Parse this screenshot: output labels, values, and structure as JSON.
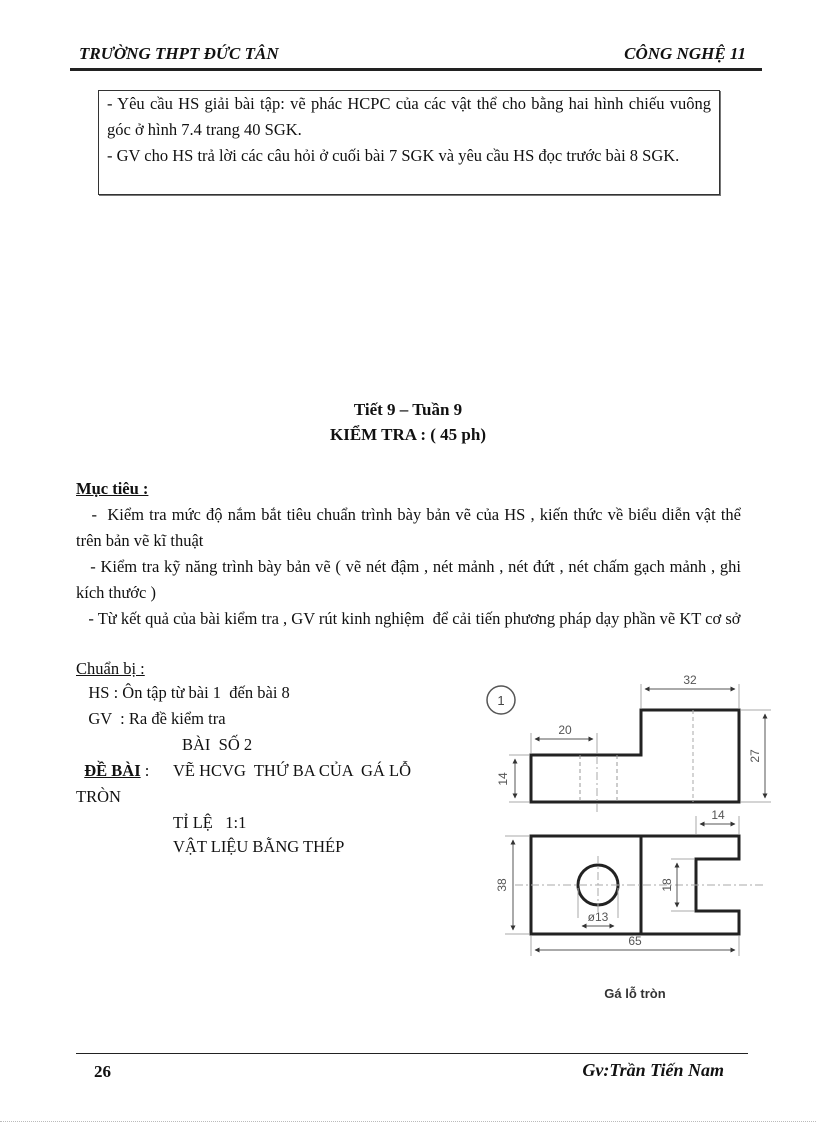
{
  "header": {
    "school": "TRƯỜNG THPT ĐỨC  TÂN",
    "subject": "CÔNG NGHỆ 11"
  },
  "homework_box": {
    "lines": [
      "- Yêu cầu HS giải bài tập: vẽ phác HCPC của các vật thể cho bằng hai hình chiếu vuông góc ở hình 7.4 trang 40 SGK.",
      "- GV cho HS trả lời  các câu hỏi ở cuối bài 7 SGK và yêu cầu HS đọc trước bài 8 SGK."
    ]
  },
  "lesson": {
    "period": "Tiết 9 – Tuần 9",
    "title": "KIỂM TRA : ( 45 ph)"
  },
  "objectives": {
    "heading": "Mục tiêu :",
    "items": [
      "   -  Kiểm tra mức độ nắm bắt tiêu chuẩn trình bày bản vẽ của HS , kiến thức về biểu diễn vật thể trên bản vẽ kĩ thuật",
      "   - Kiểm tra kỹ năng trình bày bản vẽ ( vẽ nét đậm , nét mảnh , nét đứt , nét chấm gạch mảnh , ghi kích thước )",
      "   - Từ kết quả của bài kiểm tra , GV rút kinh nghiệm  để cải tiến phương pháp dạy phần vẽ KT cơ sở"
    ]
  },
  "preparation": {
    "heading": "Chuẩn bị :",
    "hs": "   HS : Ôn tập từ bài 1  đến bài 8",
    "gv": "   GV  : Ra đề kiểm tra"
  },
  "exam": {
    "heading": "ĐỀ BÀI",
    "colon": " :",
    "number": "BÀI  SỐ 2",
    "task_line1": "VẼ HCVG  THỨ BA CỦA  GÁ LỖ",
    "task_line2": "TRÒN",
    "scale": "TỈ LỆ   1:1",
    "material": "VẬT LIỆU BẰNG THÉP"
  },
  "drawing": {
    "figure_number": "1",
    "caption": "Gá lỗ tròn",
    "dims": {
      "top_width": "32",
      "left_step": "20",
      "left_height": "14",
      "total_height": "27",
      "slot_width": "14",
      "plan_height": "38",
      "slot_height": "18",
      "hole_diameter": "ø13",
      "total_length": "65"
    }
  },
  "footer": {
    "page_number": "26",
    "author": "Gv:Trần Tiến Nam"
  }
}
